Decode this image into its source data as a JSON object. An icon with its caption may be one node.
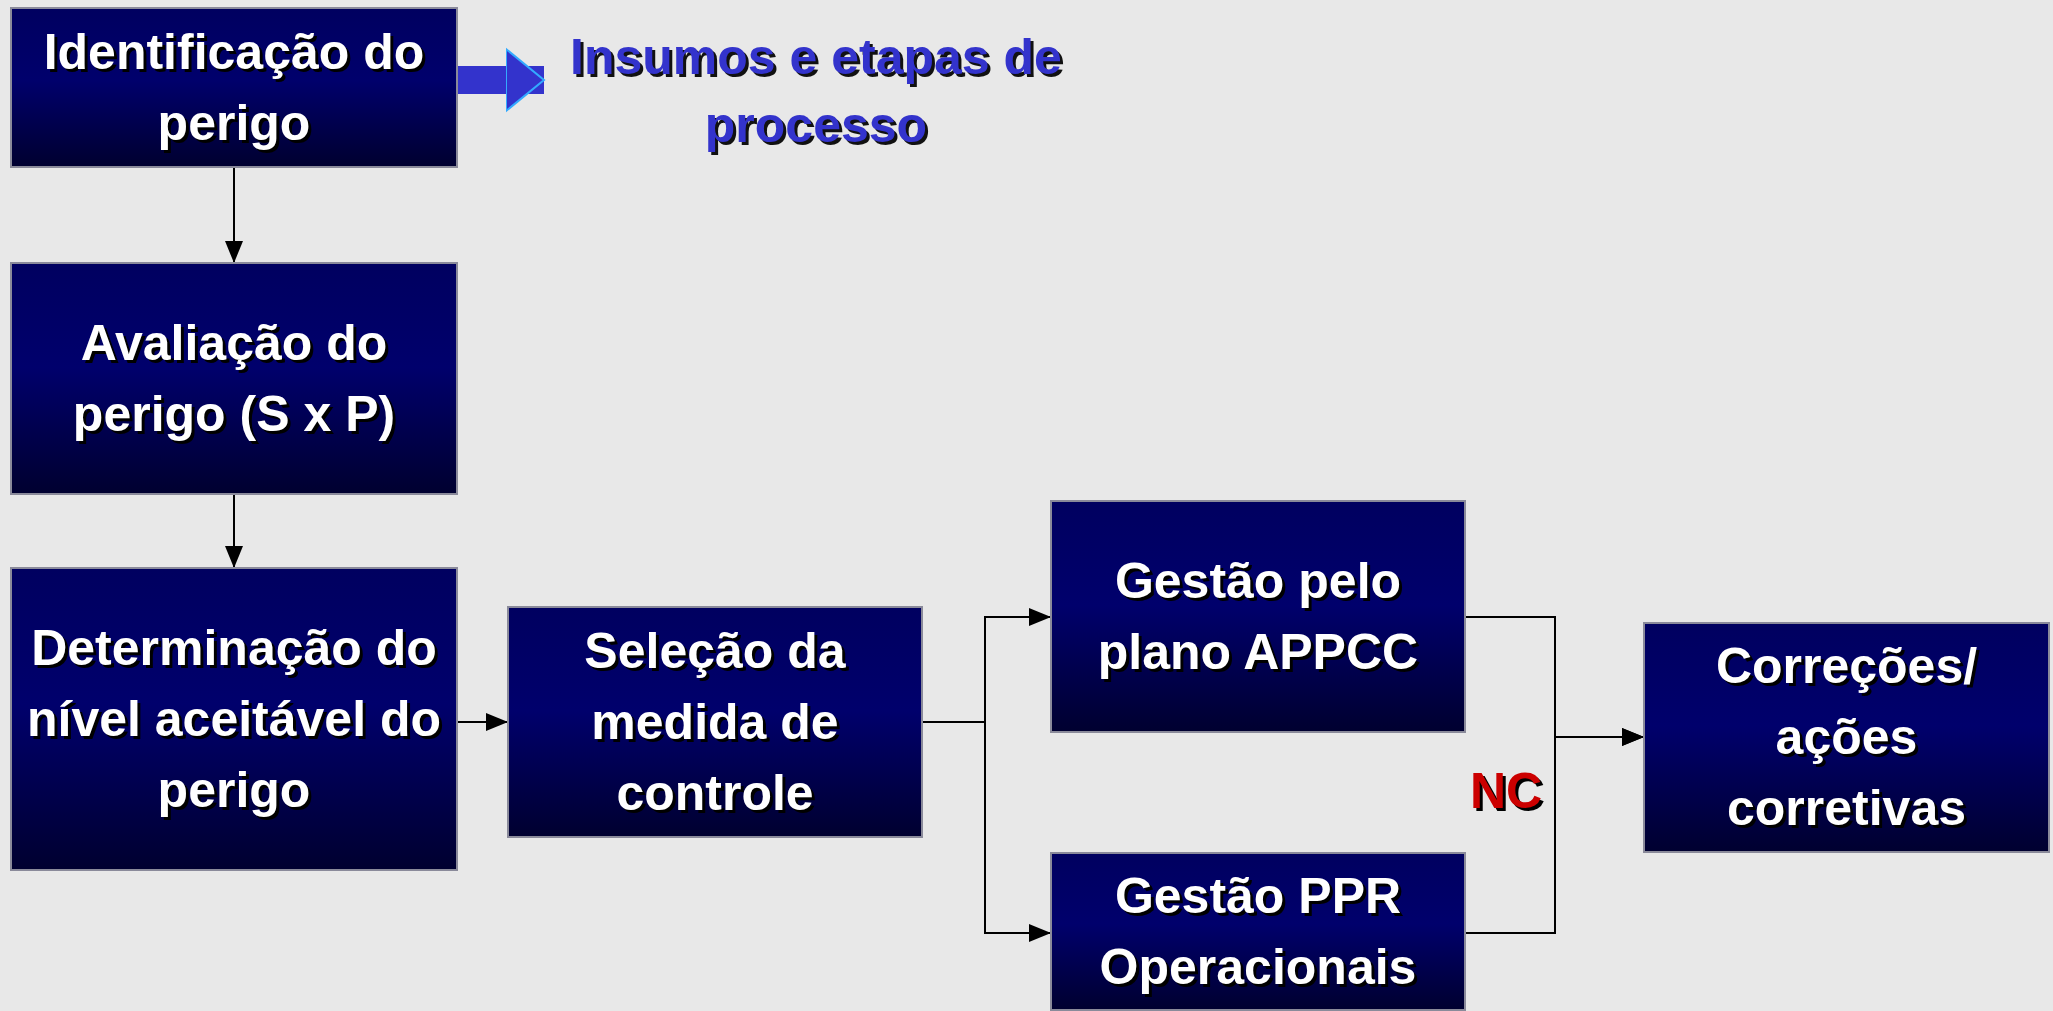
{
  "diagram": {
    "nodes": [
      {
        "text": [
          "Identificação do perigo"
        ]
      },
      {
        "text": [
          "Insumos e etapas de processo"
        ]
      },
      {
        "text": [
          "Avaliação do perigo (S x P)"
        ]
      },
      {
        "text": [
          "Determinação do nível aceitável do perigo"
        ]
      },
      {
        "text": [
          "Seleção da medida de controle"
        ]
      },
      {
        "text": [
          "Gestão pelo plano APPCC"
        ]
      },
      {
        "text": [
          "Gestão PPR Operacionais"
        ]
      },
      {
        "text": [
          "Correções/ ações corretivas"
        ]
      }
    ],
    "edges": [
      {
        "from": 0,
        "to": 1,
        "arrow": "to",
        "style": "thick",
        "color": "#3333cc"
      },
      {
        "from": 0,
        "to": 2,
        "arrow": "to"
      },
      {
        "from": 2,
        "to": 3,
        "arrow": "to"
      },
      {
        "from": 3,
        "to": 4,
        "arrow": "to"
      },
      {
        "from": 4,
        "to": 5,
        "arrow": "to"
      },
      {
        "from": 4,
        "to": 6,
        "arrow": "to"
      },
      {
        "from": 5,
        "to": 7,
        "arrow": "to"
      },
      {
        "from": 6,
        "to": 7,
        "arrow": "to"
      }
    ],
    "labels": [
      "NC"
    ]
  }
}
